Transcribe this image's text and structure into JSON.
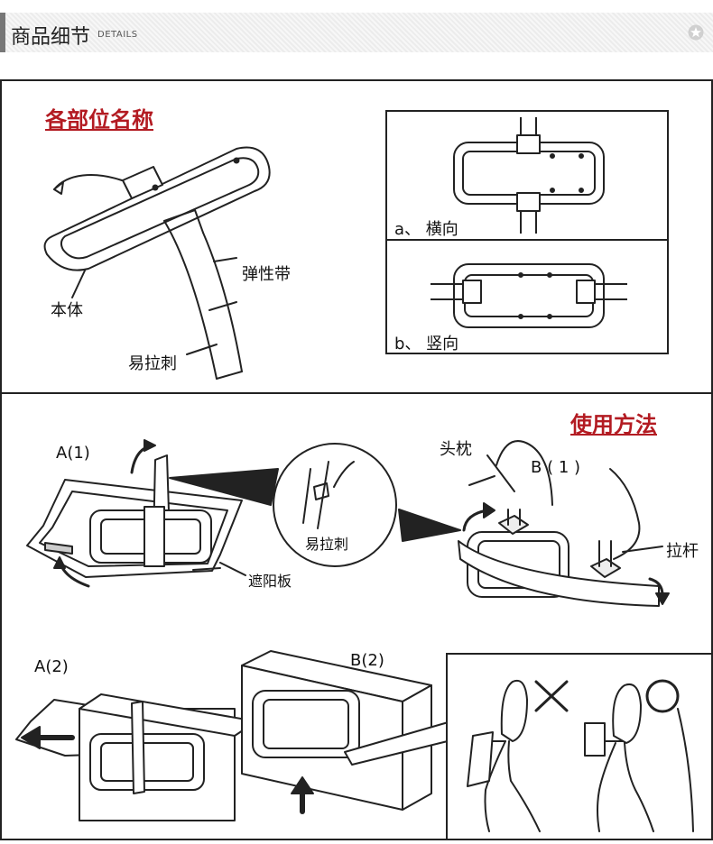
{
  "header": {
    "title": "商品细节",
    "subtitle": "DETAILS",
    "icon": "star-badge-icon"
  },
  "parts": {
    "title": "各部位名称",
    "labels": {
      "body": "本体",
      "elastic_band": "弹性带",
      "velcro": "易拉刺"
    },
    "orientations": [
      {
        "label": "a、 横向"
      },
      {
        "label": "b、 竖向"
      }
    ]
  },
  "usage": {
    "title": "使用方法",
    "labels": {
      "a1": "A(1)",
      "velcro_zoom": "易拉刺",
      "sun_visor": "遮阳板",
      "headrest": "头枕",
      "b1": "B ( 1 )",
      "rod": "拉杆",
      "a2": "A(2)",
      "b2": "B(2)"
    },
    "correct_wrong": {
      "wrong_icon": "cross-icon",
      "right_icon": "circle-icon"
    }
  },
  "colors": {
    "accent_red": "#b31b22",
    "line": "#222222"
  }
}
